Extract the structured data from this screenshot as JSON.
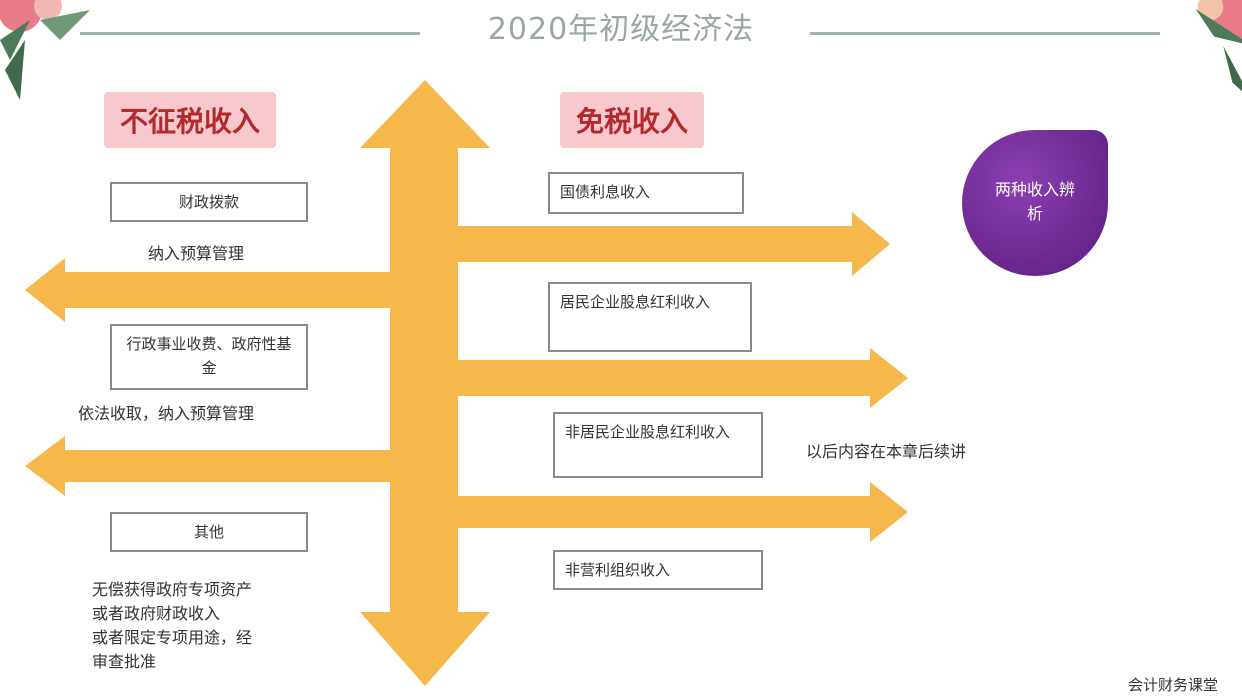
{
  "title": "2020年初级经济法",
  "left": {
    "heading": "不征税收入",
    "items": [
      {
        "box": "财政拨款",
        "note": "纳入预算管理"
      },
      {
        "box": "行政事业收费、政府性基金",
        "note": "依法收取，纳入预算管理"
      },
      {
        "box": "其他",
        "note": ""
      }
    ],
    "other_note": "无偿获得政府专项资产\n或者政府财政收入\n或者限定专项用途，经\n审查批准"
  },
  "right": {
    "heading": "免税收入",
    "items": [
      {
        "box": "国债利息收入"
      },
      {
        "box": "居民企业股息红利收入"
      },
      {
        "box": "非居民企业股息红利收入"
      },
      {
        "box": "非营利组织收入"
      }
    ],
    "side_note": "以后内容在本章后续讲"
  },
  "bubble_text": "两种收入辨析",
  "footer": "会计财务课堂",
  "colors": {
    "arrow": "#f7b84b",
    "heading_bg": "#f7c9cf",
    "heading_text": "#b22a2a",
    "bubble": "#6b2a8f"
  }
}
